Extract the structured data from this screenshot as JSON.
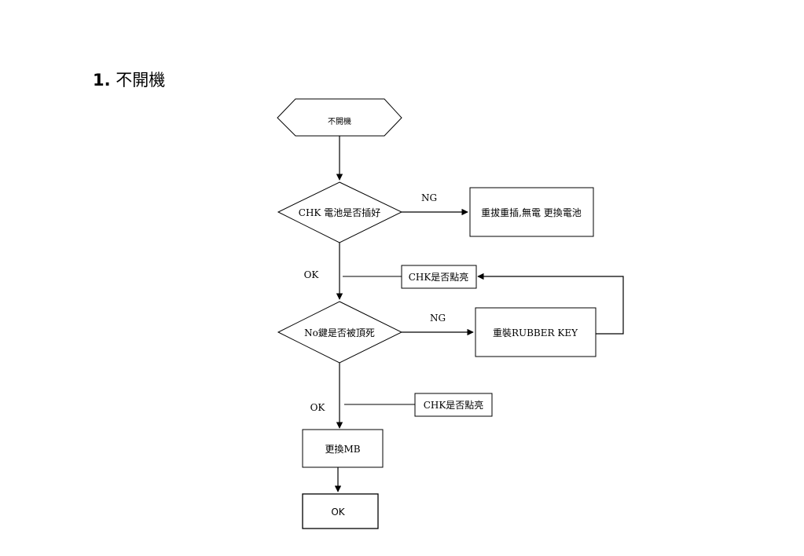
{
  "page": {
    "section_number": "1.",
    "section_title": "不開機"
  },
  "flowchart": {
    "start": "不開機",
    "decision_battery": "CHK 電池是否插好",
    "action_battery": "重拔重插,無電 更換電池",
    "check_light_1": "CHK是否點亮",
    "decision_key": "No鍵是否被頂死",
    "action_key": "重裝RUBBER KEY",
    "check_light_2": "CHK是否點亮",
    "action_mb": "更換MB",
    "end": "OK",
    "edge_ng_1": "NG",
    "edge_ok_1": "OK",
    "edge_ng_2": "NG",
    "edge_ok_2": "OK"
  }
}
